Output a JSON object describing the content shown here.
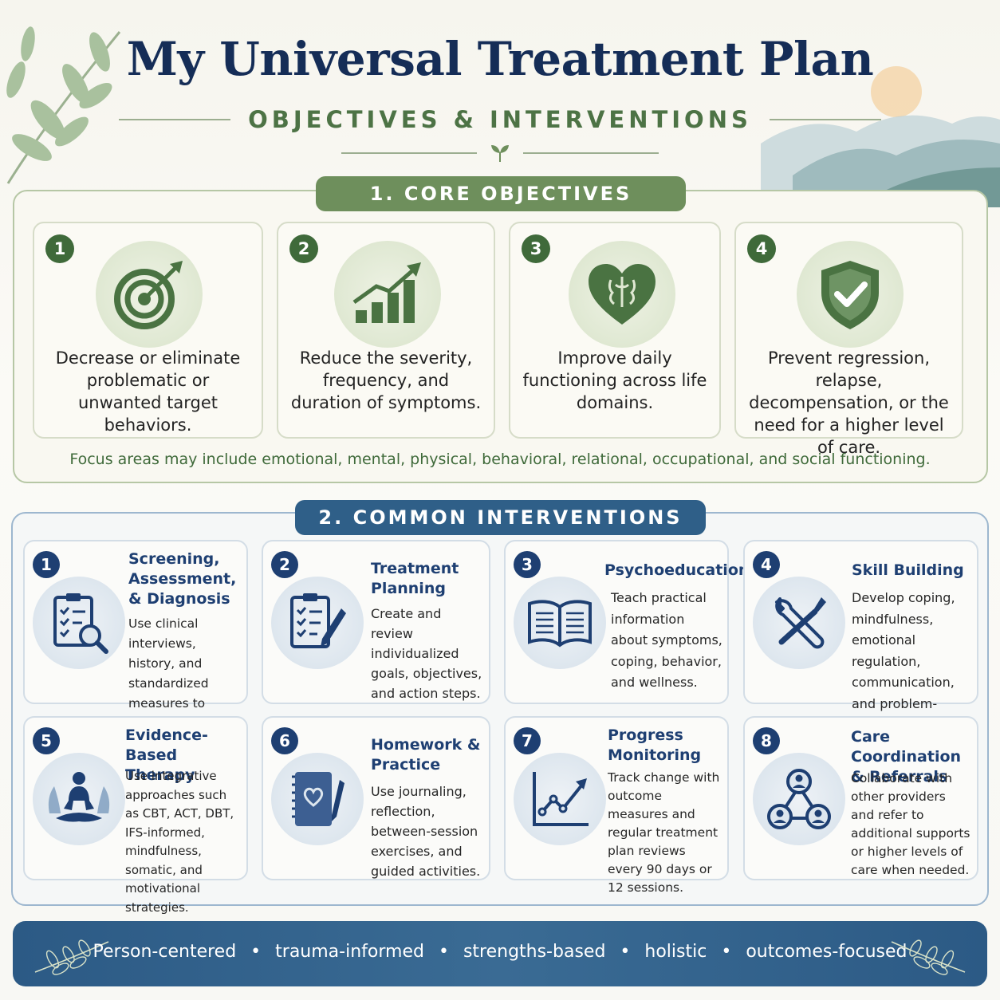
{
  "title": "My Universal Treatment Plan",
  "subtitle": "OBJECTIVES & INTERVENTIONS",
  "section1": {
    "heading": "1. CORE OBJECTIVES",
    "objectives": [
      {
        "num": "1",
        "icon": "target-icon",
        "text": "Decrease or eliminate problematic or unwanted target behaviors."
      },
      {
        "num": "2",
        "icon": "growth-chart-icon",
        "text": "Reduce the severity, frequency, and duration of symptoms."
      },
      {
        "num": "3",
        "icon": "heart-brain-icon",
        "text": "Improve daily functioning across life domains."
      },
      {
        "num": "4",
        "icon": "shield-check-icon",
        "text": "Prevent regression, relapse, decompensation, or the need for a higher level of care."
      }
    ],
    "focus": "Focus areas may include emotional, mental, physical, behavioral, relational, occupational, and social functioning."
  },
  "section2": {
    "heading": "2. COMMON INTERVENTIONS",
    "interventions": [
      {
        "num": "1",
        "icon": "clipboard-search-icon",
        "title": "Screening, Assessment, & Diagnosis",
        "desc": "Use clinical interviews, history, and standardized measures to guide care."
      },
      {
        "num": "2",
        "icon": "checklist-pen-icon",
        "title": "Treatment Planning",
        "desc": "Create and review individualized goals, objectives, and action steps."
      },
      {
        "num": "3",
        "icon": "open-book-icon",
        "title": "Psychoeducation",
        "desc": "Teach practical information about symptoms, coping, behavior, and wellness."
      },
      {
        "num": "4",
        "icon": "tools-icon",
        "title": "Skill Building",
        "desc": "Develop coping, mindfulness, emotional regulation, communication, and problem-solving skills."
      },
      {
        "num": "5",
        "icon": "meditation-icon",
        "title": "Evidence-Based Therapy",
        "desc": "Use integrative approaches such as CBT, ACT, DBT, IFS-informed, mindfulness, somatic, and motivational strategies."
      },
      {
        "num": "6",
        "icon": "journal-pen-icon",
        "title": "Homework & Practice",
        "desc": "Use journaling, reflection, between-session exercises, and guided activities."
      },
      {
        "num": "7",
        "icon": "line-chart-icon",
        "title": "Progress Monitoring",
        "desc": "Track change with outcome measures and regular treatment plan reviews every 90 days or 12 sessions."
      },
      {
        "num": "8",
        "icon": "network-people-icon",
        "title": "Care Coordination & Referrals",
        "desc": "Collaborate with other providers and refer to additional supports or higher levels of care when needed."
      }
    ]
  },
  "footer": {
    "values": [
      "Person-centered",
      "trauma-informed",
      "strengths-based",
      "holistic",
      "outcomes-focused"
    ],
    "separator": "•"
  },
  "colors": {
    "navy": "#152d57",
    "green": "#3f6a3a",
    "sage": "#6e8f5c",
    "blue": "#2f5f88"
  }
}
